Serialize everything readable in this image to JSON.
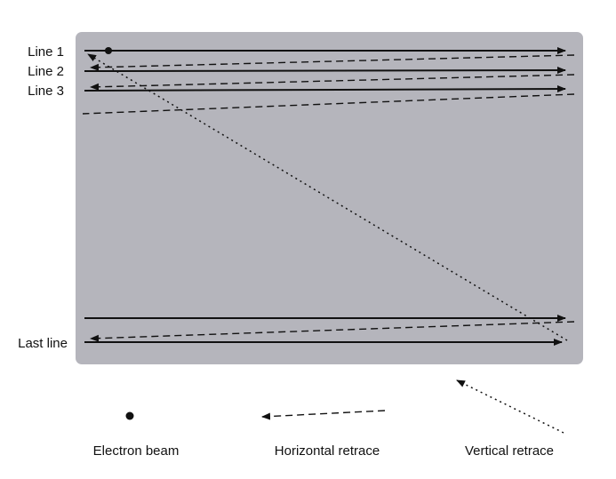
{
  "diagram": {
    "type": "raster-scan-diagram",
    "screen_labels": {
      "line1": "Line 1",
      "line2": "Line 2",
      "line3": "Line 3",
      "last_line": "Last line"
    },
    "legend": {
      "electron_beam": "Electron beam",
      "horizontal_retrace": "Horizontal retrace",
      "vertical_retrace": "Vertical retrace"
    },
    "colors": {
      "screen_fill": "#b5b5bc",
      "screen_border": "#3a3a3a",
      "line": "#111111",
      "background": "#ffffff"
    }
  }
}
